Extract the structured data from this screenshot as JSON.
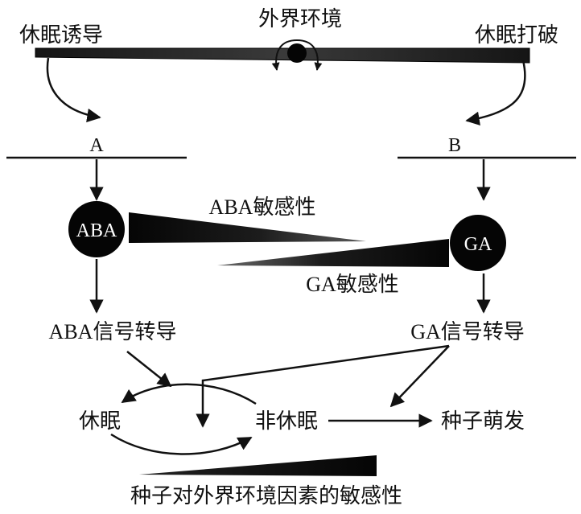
{
  "top": {
    "environment_label": "外界环境",
    "dormancy_induction_label": "休眠诱导",
    "dormancy_breaking_label": "休眠打破"
  },
  "membranes": {
    "a_label": "A",
    "b_label": "B"
  },
  "hormones": {
    "aba_label": "ABA",
    "ga_label": "GA"
  },
  "sensitivity": {
    "aba_sensitivity_label": "ABA敏感性",
    "ga_sensitivity_label": "GA敏感性"
  },
  "signaling": {
    "aba_signal_label": "ABA信号转导",
    "ga_signal_label": "GA信号转导"
  },
  "states": {
    "dormancy_label": "休眠",
    "non_dormancy_label": "非休眠",
    "germination_label": "种子萌发"
  },
  "bottom": {
    "environment_sensitivity_label": "种子对外界环境因素的敏感性"
  },
  "colors": {
    "ink": "#111111",
    "background": "#ffffff"
  }
}
